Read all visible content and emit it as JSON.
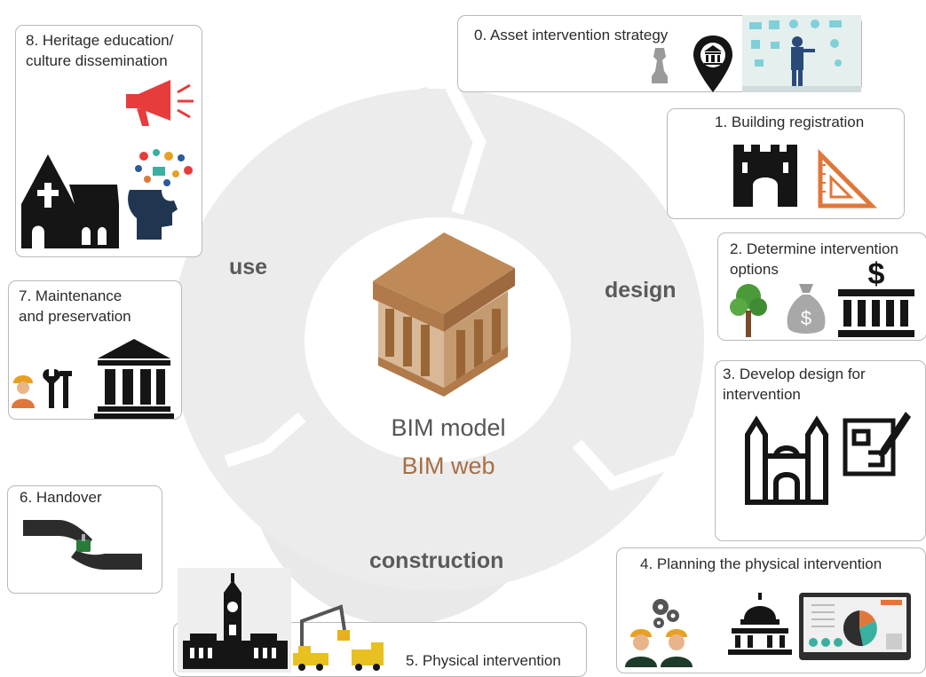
{
  "center": {
    "title": "BIM model",
    "subtitle": "BIM web"
  },
  "phases": {
    "use": "use",
    "design": "design",
    "construction": "construction"
  },
  "steps": [
    {
      "label": "0. Asset intervention strategy",
      "icons": [
        "chess-knight-icon",
        "map-pin-museum-icon",
        "strategy-dashboard-person-icon"
      ]
    },
    {
      "label": "1. Building registration",
      "icons": [
        "castle-gate-icon",
        "set-square-icon"
      ]
    },
    {
      "label": "2. Determine intervention\noptions",
      "icons": [
        "tree-icon",
        "money-bag-icon",
        "bank-dollar-icon"
      ]
    },
    {
      "label": "3. Develop design for\nintervention",
      "icons": [
        "castle-towers-icon",
        "blueprint-pencil-icon"
      ]
    },
    {
      "label": "4. Planning the physical intervention",
      "icons": [
        "engineers-gears-icon",
        "capitol-dome-icon",
        "dashboard-screen-icon"
      ]
    },
    {
      "label": "5. Physical intervention",
      "icons": [
        "clock-tower-building-icon",
        "crane-truck-icon"
      ]
    },
    {
      "label": "6. Handover",
      "icons": [
        "handover-hands-icon"
      ]
    },
    {
      "label": "7. Maintenance\nand preservation",
      "icons": [
        "worker-tools-icon",
        "museum-columns-icon"
      ]
    },
    {
      "label": "8. Heritage education/\nculture dissemination",
      "icons": [
        "megaphone-icon",
        "church-icon",
        "head-ideas-icon"
      ]
    }
  ],
  "colors": {
    "ring": "#e9e9e9",
    "center_disc": "#ffffff",
    "bim_model_text": "#555555",
    "bim_web_text": "#a76f45",
    "temple_brown": "#b07a4a",
    "icon_dark": "#151515",
    "icon_orange": "#e0773a",
    "icon_red": "#e63c3c",
    "box_border": "#b9b9b9"
  }
}
